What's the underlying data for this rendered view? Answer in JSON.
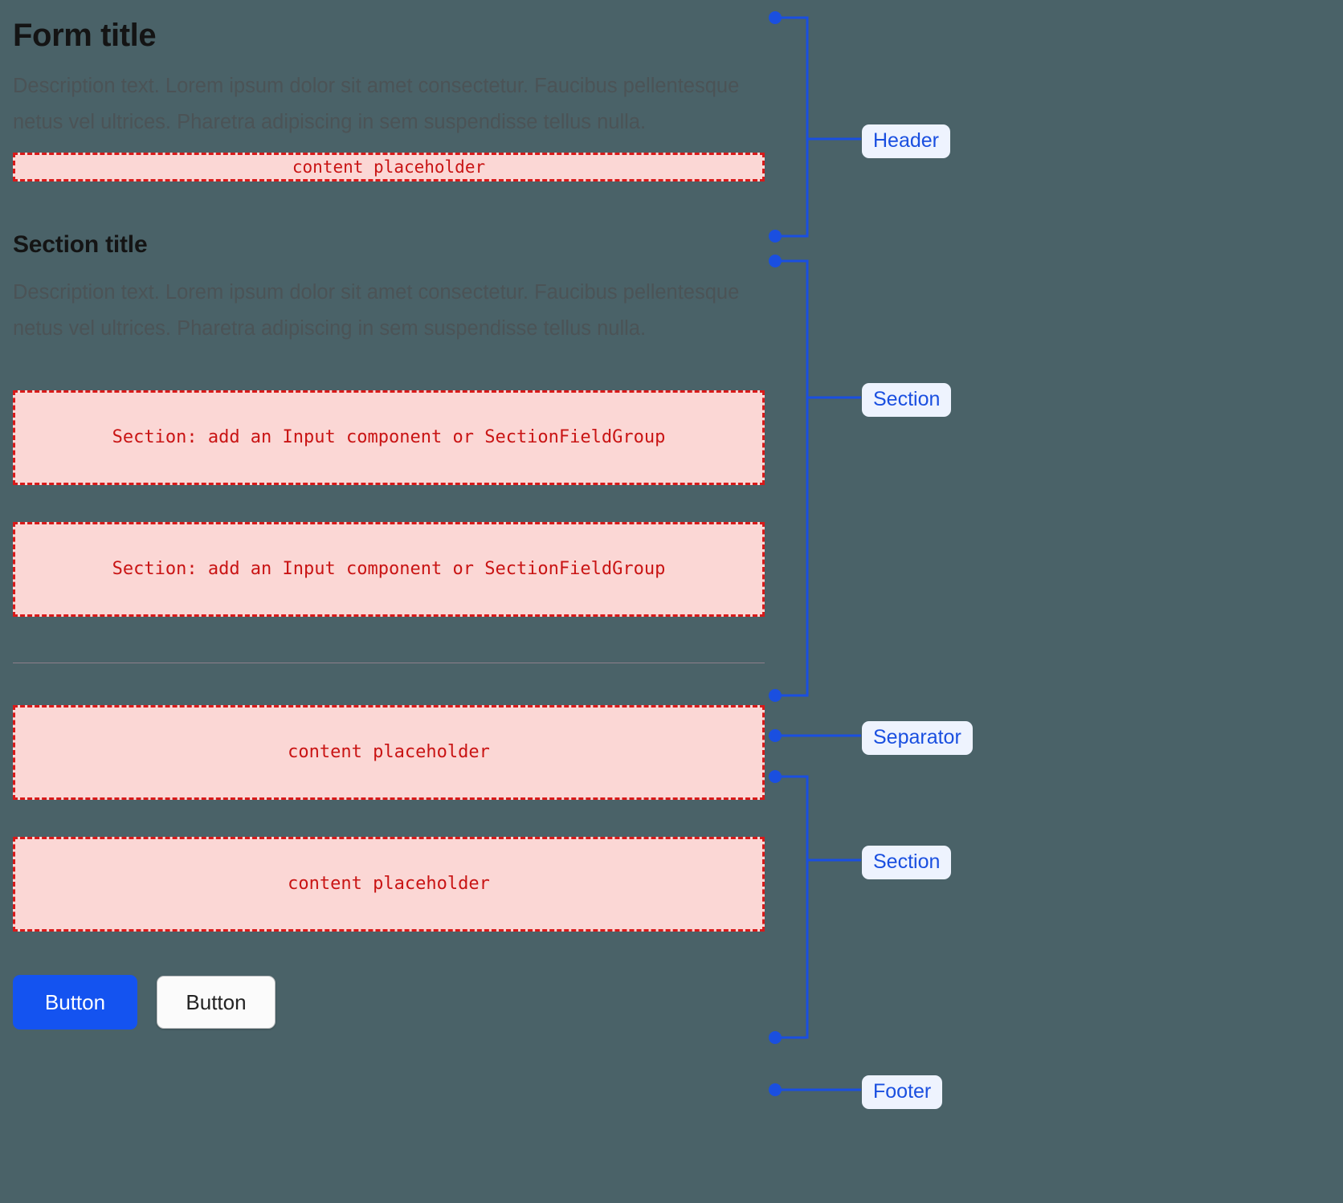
{
  "page": {
    "background_color": "#4a6268",
    "accent_blue": "#1a4fe0",
    "placeholder_fill": "#fbd7d5",
    "placeholder_border": "#d81a1a",
    "placeholder_text_color": "#c91414",
    "separator_color": "#8d7f8b"
  },
  "header": {
    "title": "Form title",
    "description": "Description text. Lorem ipsum dolor sit amet consectetur. Faucibus pellentesque netus vel ultrices. Pharetra adipiscing in sem suspendisse tellus nulla.",
    "placeholder": "content placeholder"
  },
  "section": {
    "title": "Section title",
    "description": "Description text. Lorem ipsum dolor sit amet consectetur. Faucibus pellentesque netus vel ultrices. Pharetra adipiscing in sem suspendisse tellus nulla.",
    "fields": [
      "Section: add an Input component or SectionFieldGroup",
      "Section: add an Input component or SectionFieldGroup"
    ]
  },
  "section_two": {
    "blocks": [
      "content placeholder",
      "content placeholder"
    ]
  },
  "footer": {
    "primary_button": "Button",
    "secondary_button": "Button"
  },
  "annotations": [
    {
      "label": "Header",
      "kind": "bracket"
    },
    {
      "label": "Section",
      "kind": "bracket"
    },
    {
      "label": "Separator",
      "kind": "line"
    },
    {
      "label": "Section",
      "kind": "bracket"
    },
    {
      "label": "Footer",
      "kind": "line"
    }
  ]
}
